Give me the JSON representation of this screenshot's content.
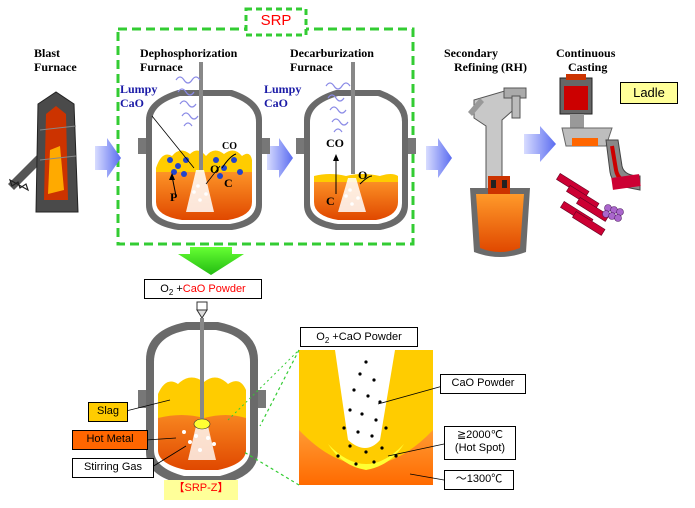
{
  "srp_label": "SRP",
  "stages": {
    "blast_furnace": [
      "Blast",
      "Furnace"
    ],
    "dephos_furnace": [
      "Dephosphorization",
      "Furnace"
    ],
    "decarb_furnace": [
      "Decarburization",
      "Furnace"
    ],
    "secondary_refining": [
      "Secondary",
      "Refining (RH)"
    ],
    "continuous_casting": [
      "Continuous",
      "Casting"
    ]
  },
  "lumpy_cao": [
    "Lumpy",
    "CaO"
  ],
  "species": {
    "co": "CO",
    "o": "O",
    "p": "P",
    "c": "C"
  },
  "ladle_label": "Ladle",
  "injection_label": {
    "o2": "O",
    "sub": "2",
    "plus": " +",
    "cao": "CaO Powder"
  },
  "zoom_injection_label": {
    "o2": "O",
    "sub": "2",
    "rest": " +CaO Powder"
  },
  "callouts": {
    "slag": "Slag",
    "hot_metal": "Hot Metal",
    "stirring_gas": "Stirring Gas",
    "srp_z": "【SRP-Z】",
    "cao_powder": "CaO Powder",
    "hot_spot_temp": "≧2000℃",
    "hot_spot": "(Hot Spot)",
    "bath_temp": "～1300℃"
  },
  "colors": {
    "srp_frame": "#33cc33",
    "flow_arrow": "#6677ee",
    "hot_metal": "#ff6600",
    "slag": "#ffcc00",
    "hot_spot": "#ffff33",
    "srp_z_text": "#ff0000",
    "cao_text": "#ff0000",
    "lumpy_text": "#1a1aa6",
    "ladle_box": "#ffff99"
  }
}
